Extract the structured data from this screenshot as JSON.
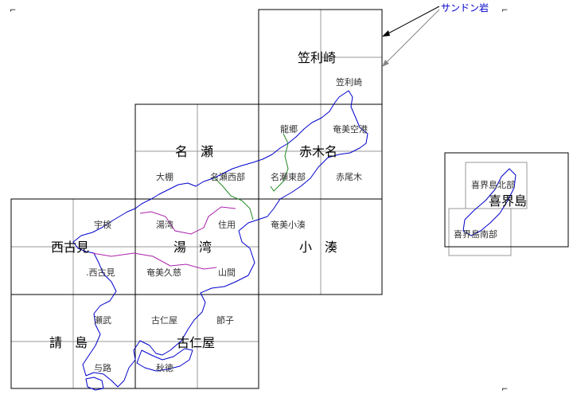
{
  "colors": {
    "frame": "#000000",
    "grid": "#999999",
    "coast": "#0000cc",
    "boundary_green": "#228822",
    "boundary_purple": "#aa22aa",
    "callout_line": "#888888"
  },
  "corner_mark": "⌐",
  "callout": {
    "label": "サンドン岩"
  },
  "large_sheets": [
    {
      "key": "kasari",
      "label": "笠利崎"
    },
    {
      "key": "nase",
      "label": "名　瀬"
    },
    {
      "key": "tatsugou",
      "label": "赤木名"
    },
    {
      "key": "nishikomi",
      "label": "西古見"
    },
    {
      "key": "yuwan",
      "label": "湯　湾"
    },
    {
      "key": "ominato",
      "label": "小　湊"
    },
    {
      "key": "ukeshima",
      "label": "請　島"
    },
    {
      "key": "koniya",
      "label": "古仁屋"
    },
    {
      "key": "kikai",
      "label": "喜界島"
    }
  ],
  "small_sheets": [
    {
      "key": "kasarizaki",
      "label": "笠利崎"
    },
    {
      "key": "tatsugo",
      "label": "龍郷"
    },
    {
      "key": "amamikuko",
      "label": "奄美空港"
    },
    {
      "key": "okabu",
      "label": "大棚"
    },
    {
      "key": "nase_w",
      "label": "名瀬西部"
    },
    {
      "key": "nase_e",
      "label": "名瀬東部"
    },
    {
      "key": "akaogi",
      "label": "赤尾木"
    },
    {
      "key": "ukon",
      "label": "宇検"
    },
    {
      "key": "yuwan_s",
      "label": "湯湾"
    },
    {
      "key": "sumiyo",
      "label": "住用"
    },
    {
      "key": "amami_ominato",
      "label": "奄美小湊"
    },
    {
      "key": "nishikomi_s",
      "label": ".西古見"
    },
    {
      "key": "amami_kuji",
      "label": "奄美久慈"
    },
    {
      "key": "yamama",
      "label": "山間"
    },
    {
      "key": "setake",
      "label": "瀬武"
    },
    {
      "key": "koniya_s",
      "label": "古仁屋"
    },
    {
      "key": "fushiko",
      "label": "節子"
    },
    {
      "key": "ukeji",
      "label": "与路"
    },
    {
      "key": "akitoku",
      "label": "秋徳"
    },
    {
      "key": "kikai_n",
      "label": "喜界島北部"
    },
    {
      "key": "kikai_s",
      "label": "喜界島南部"
    }
  ]
}
